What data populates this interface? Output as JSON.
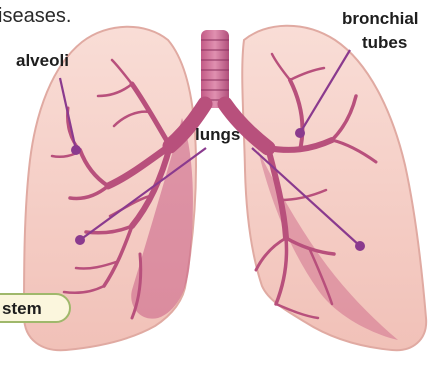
{
  "page_text": "iseases.",
  "labels": {
    "alveoli": "alveoli",
    "bronchial_line1": "bronchial",
    "bronchial_line2": "tubes",
    "lungs": "lungs"
  },
  "system_chip": "stem",
  "colors": {
    "lung_fill": "#f6d3cc",
    "lung_outline": "#e0aaa2",
    "airway": "#b8507c",
    "airway_dark": "#9c3f69",
    "pointer": "#8a3a8e",
    "chip_fill": "#fbf6dd",
    "chip_stroke": "#9fb86b"
  }
}
